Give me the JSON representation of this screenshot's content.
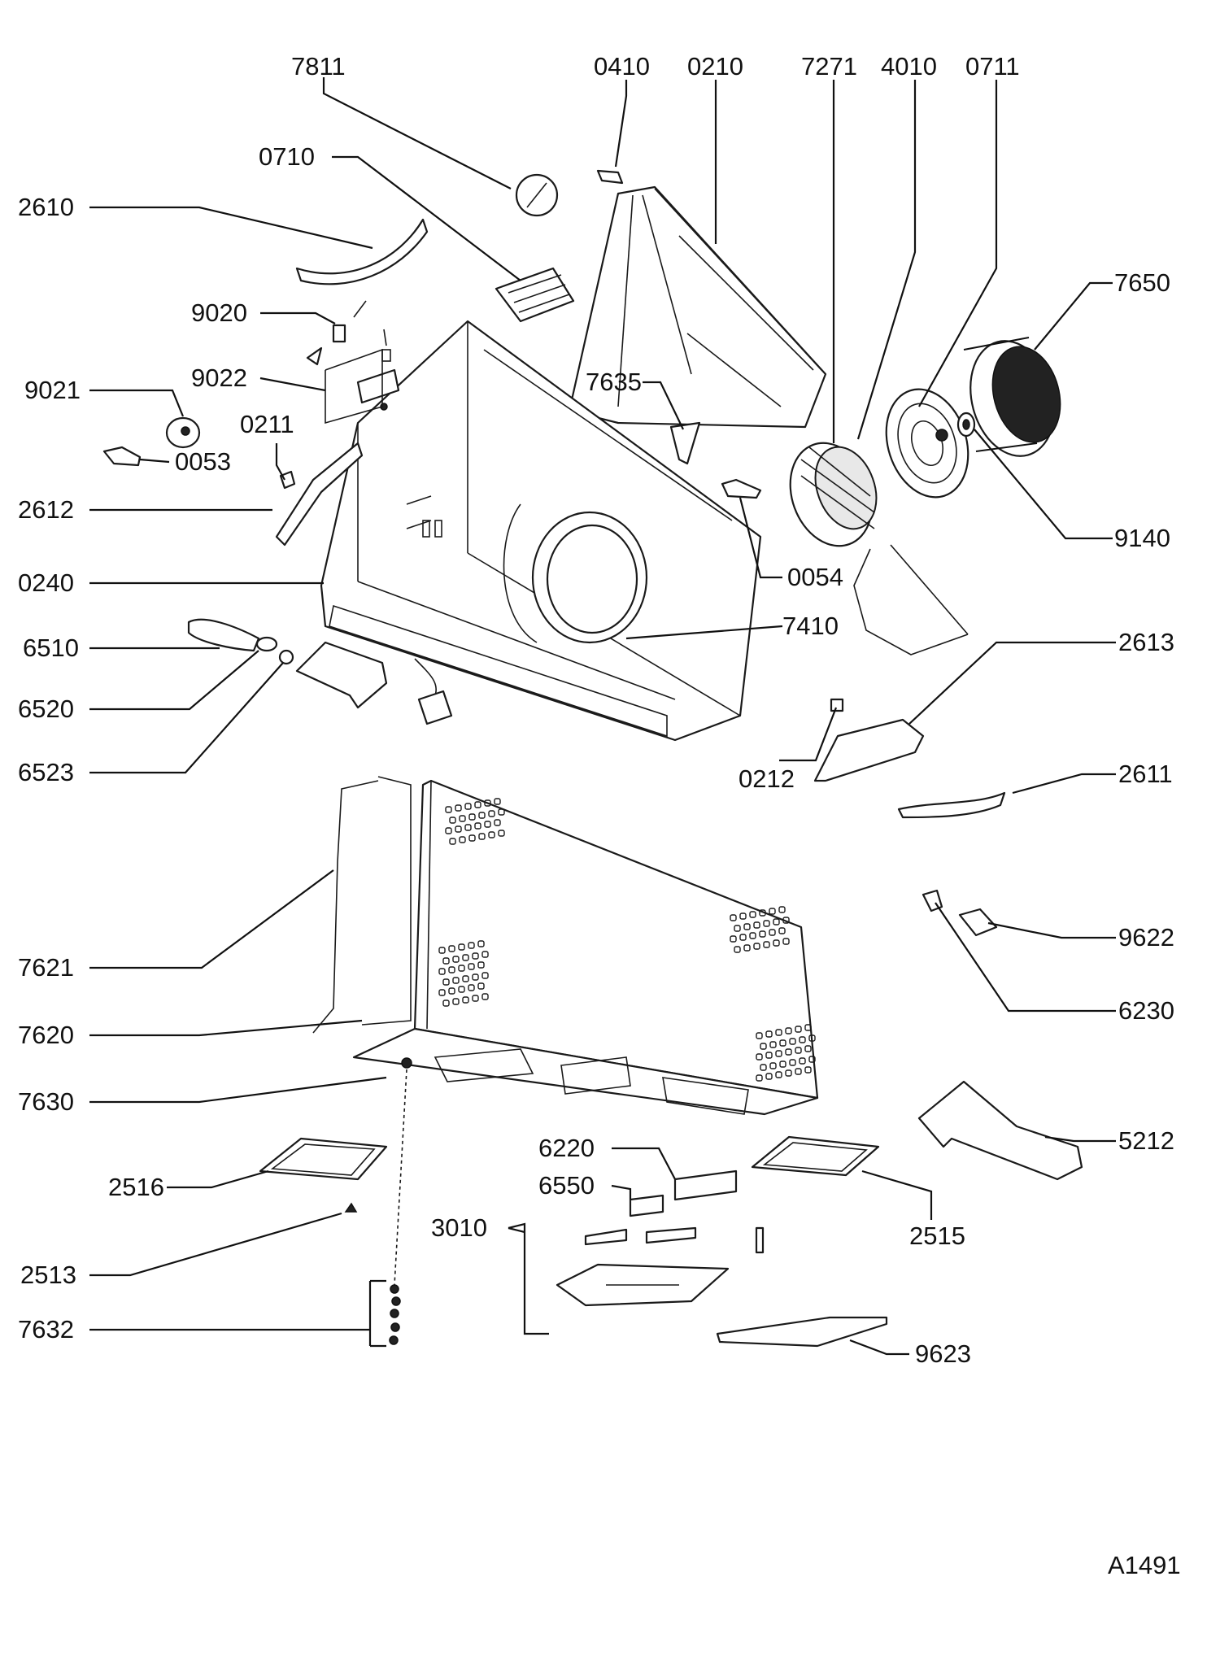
{
  "drawing_code": "A1491",
  "labels": {
    "7811": "7811",
    "0410": "0410",
    "0210": "0210",
    "7271": "7271",
    "4010": "4010",
    "0711": "0711",
    "0710": "0710",
    "2610": "2610",
    "7650": "7650",
    "9020": "9020",
    "9022": "9022",
    "9021": "9021",
    "0211": "0211",
    "0053": "0053",
    "7635": "7635",
    "2612": "2612",
    "9140": "9140",
    "0054": "0054",
    "0240": "0240",
    "7410": "7410",
    "6510": "6510",
    "2613": "2613",
    "6520": "6520",
    "6523": "6523",
    "0212": "0212",
    "2611": "2611",
    "9622": "9622",
    "7621": "7621",
    "6230": "6230",
    "7620": "7620",
    "7630": "7630",
    "5212": "5212",
    "6220": "6220",
    "2516": "2516",
    "6550": "6550",
    "3010": "3010",
    "2515": "2515",
    "2513": "2513",
    "7632": "7632",
    "9623": "9623"
  }
}
